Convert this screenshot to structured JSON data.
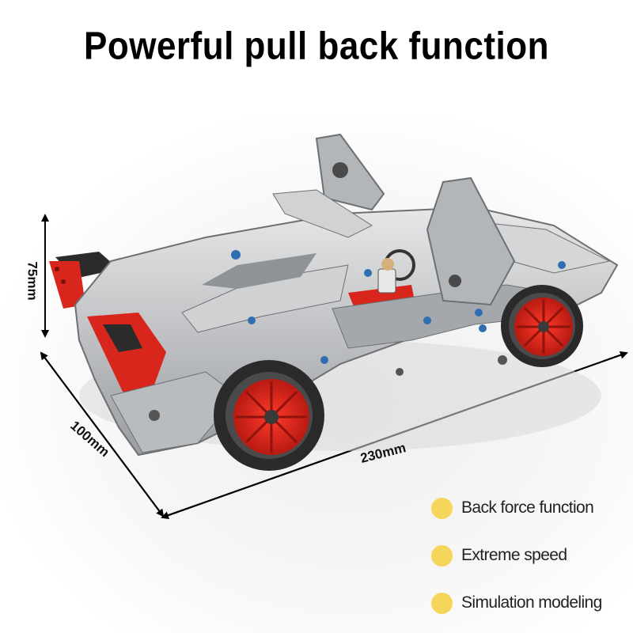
{
  "title": "Powerful pull back function",
  "dimensions": {
    "height": "75mm",
    "width": "100mm",
    "length": "230mm"
  },
  "features": [
    {
      "label": "Back force function",
      "bullet_color": "#f3d65a"
    },
    {
      "label": "Extreme speed",
      "bullet_color": "#f3d65a"
    },
    {
      "label": "Simulation modeling",
      "bullet_color": "#f3d65a"
    }
  ],
  "colors": {
    "body": "#bfc2c5",
    "accent": "#d8261c",
    "wheel_rim": "#d8261c",
    "tire": "#2a2a2a"
  }
}
